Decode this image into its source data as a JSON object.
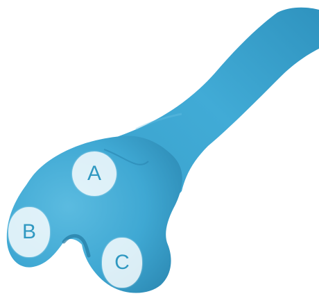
{
  "figure": {
    "subject": "bone-3d-model",
    "bone_color": "#3fa8d3",
    "bone_shadow_color": "#2a86b0",
    "bone_highlight_color": "#6cc3e6"
  },
  "markers": {
    "a": {
      "label": "A"
    },
    "b": {
      "label": "B"
    },
    "c": {
      "label": "C"
    }
  }
}
